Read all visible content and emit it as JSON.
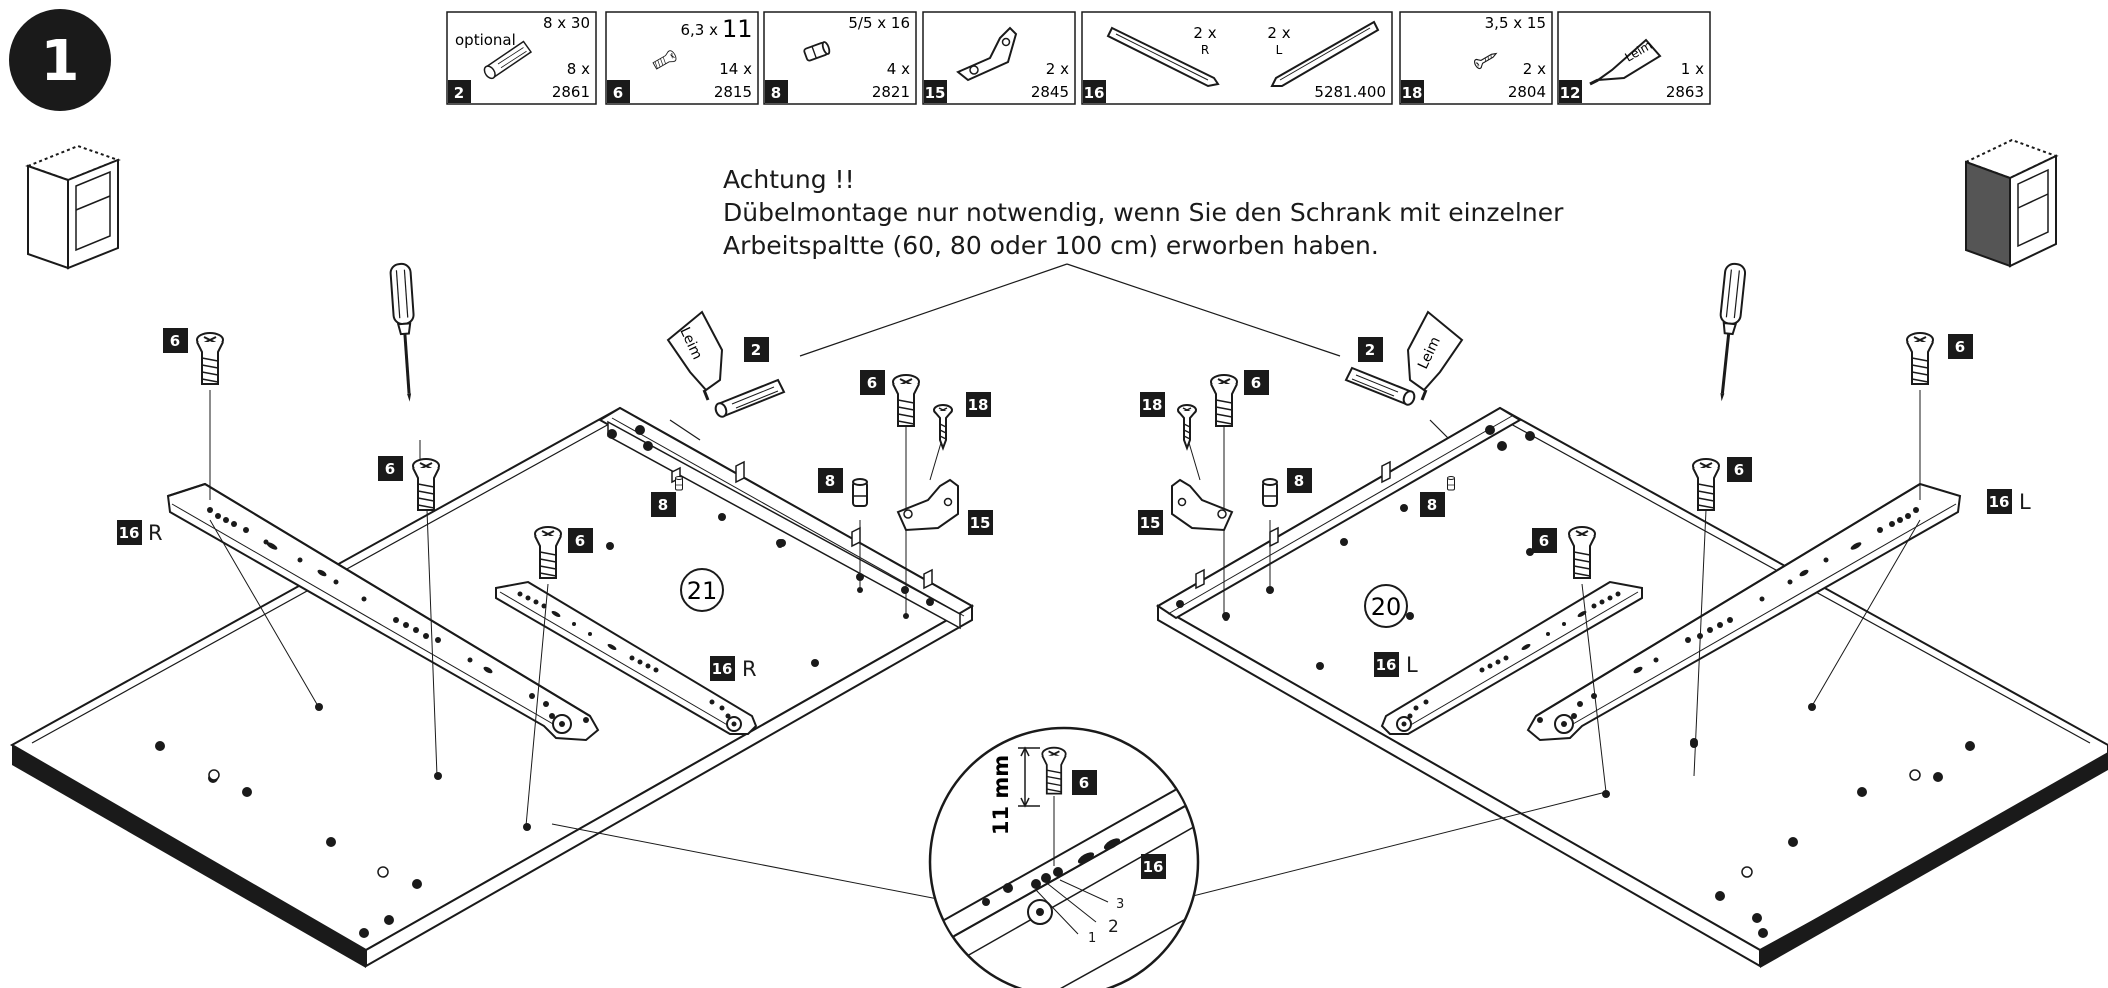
{
  "step": {
    "number": "1"
  },
  "parts": [
    {
      "num": "2",
      "pre": "optional",
      "size": "8 x 30",
      "qty": "8 x",
      "code": "2861",
      "icon": "dowel-icon"
    },
    {
      "num": "6",
      "size_prefix": "6,3 x",
      "size_big": "11",
      "qty": "14 x",
      "code": "2815",
      "icon": "euro-screw-icon"
    },
    {
      "num": "8",
      "size": "5/5 x 16",
      "qty": "4 x",
      "code": "2821",
      "icon": "pin-icon"
    },
    {
      "num": "15",
      "qty": "2 x",
      "code": "2845",
      "icon": "bracket-icon"
    },
    {
      "num": "16",
      "qty_r": "2 x",
      "side_r": "R",
      "qty_l": "2 x",
      "side_l": "L",
      "code": "5281.400",
      "icon": "drawer-rail-icon"
    },
    {
      "num": "18",
      "size": "3,5 x 15",
      "qty": "2 x",
      "code": "2804",
      "icon": "wood-screw-icon"
    },
    {
      "num": "12",
      "qty": "1 x",
      "code": "2863",
      "icon": "glue-tube-icon",
      "tube_text": "Leim"
    }
  ],
  "note": {
    "title": "Achtung !!",
    "line1": "Dübelmontage nur notwendig, wenn Sie den Schrank mit einzelner",
    "line2": "Arbeitspaltte (60, 80 oder 100 cm) erworben haben."
  },
  "callouts": {
    "left": {
      "panel": "21",
      "rail_side": "R",
      "glue": "Leim"
    },
    "right": {
      "panel": "20",
      "rail_side": "L",
      "glue": "Leim"
    },
    "detail": {
      "dimension": "11 mm",
      "positions": [
        "1",
        "2",
        "3"
      ]
    }
  },
  "tags": {
    "dowel": "2",
    "screw": "6",
    "pin": "8",
    "bracket": "15",
    "rail": "16",
    "wood_screw": "18"
  },
  "colors": {
    "ink": "#1a1a1a",
    "tag_bg": "#1a1a1a",
    "tag_fg": "#ffffff",
    "cabinet_side": "#555555"
  }
}
